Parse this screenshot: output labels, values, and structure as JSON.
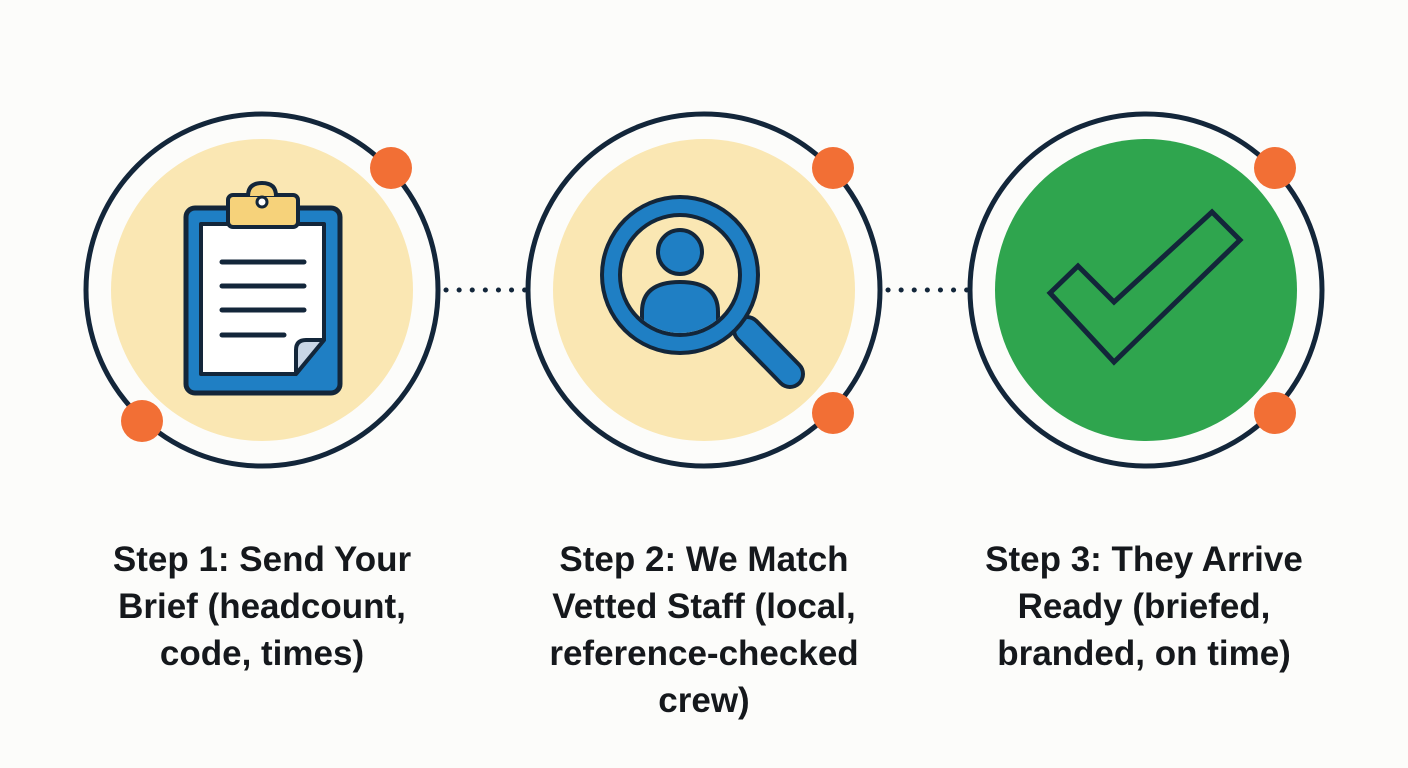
{
  "steps": [
    {
      "icon": "clipboard-icon",
      "caption_lines": [
        "Step 1: Send Your",
        "Brief (headcount,",
        "code, times)"
      ]
    },
    {
      "icon": "magnifier-person-icon",
      "caption_lines": [
        "Step 2: We Match",
        "Vetted Staff (local,",
        "reference-checked",
        "crew)"
      ]
    },
    {
      "icon": "checkmark-icon",
      "caption_lines": [
        "Step 3: They Arrive",
        "Ready (briefed,",
        "branded, on time)"
      ]
    }
  ],
  "colors": {
    "ring": "#13263a",
    "cream_fill": "#fae7b3",
    "accent_orange": "#f26f35",
    "icon_blue": "#1f7fc4",
    "icon_gold": "#f6d27a",
    "success_green": "#2fa54e",
    "text": "#15181c"
  }
}
